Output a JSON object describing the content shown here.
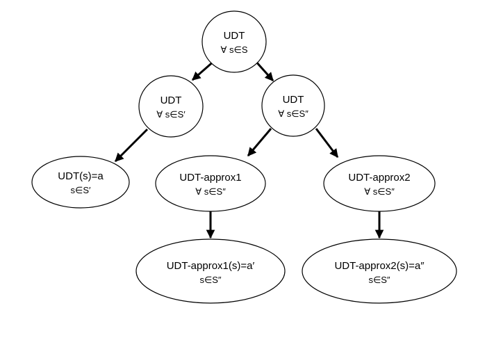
{
  "nodes": {
    "root": {
      "title": "UDT",
      "subtitle": "∀ s∈S"
    },
    "udt_sprime": {
      "title": "UDT",
      "subtitle": "∀ s∈S′"
    },
    "udt_sdouble": {
      "title": "UDT",
      "subtitle": "∀ s∈S″"
    },
    "udt_result": {
      "title": "UDT(s)=a",
      "subtitle": "s∈S′"
    },
    "approx1": {
      "title": "UDT-approx1",
      "subtitle": "∀ s∈S″"
    },
    "approx2": {
      "title": "UDT-approx2",
      "subtitle": "∀ s∈S″"
    },
    "approx1_res": {
      "title": "UDT-approx1(s)=a′",
      "subtitle": "s∈S″"
    },
    "approx2_res": {
      "title": "UDT-approx2(s)=a″",
      "subtitle": "s∈S″"
    }
  },
  "edges": [
    {
      "from": "root",
      "to": "udt_sprime"
    },
    {
      "from": "root",
      "to": "udt_sdouble"
    },
    {
      "from": "udt_sprime",
      "to": "udt_result"
    },
    {
      "from": "udt_sdouble",
      "to": "approx1"
    },
    {
      "from": "udt_sdouble",
      "to": "approx2"
    },
    {
      "from": "approx1",
      "to": "approx1_res"
    },
    {
      "from": "approx2",
      "to": "approx2_res"
    }
  ]
}
